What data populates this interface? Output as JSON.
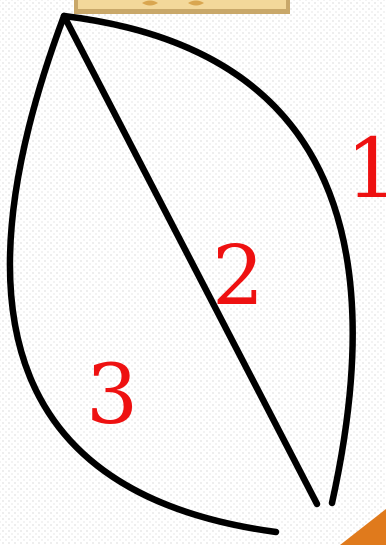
{
  "labels": {
    "one": "1",
    "two": "2",
    "three": "3"
  },
  "colors": {
    "lines": "#000000",
    "labels": "#ee1111",
    "top_image_frame": "#c9a86a",
    "top_image_fill": "#f3d89a",
    "corner_decoration": "#e07a1c"
  },
  "icons": {
    "top_decoration": "cropped-picture",
    "corner_decoration": "orange-corner-ornament"
  }
}
